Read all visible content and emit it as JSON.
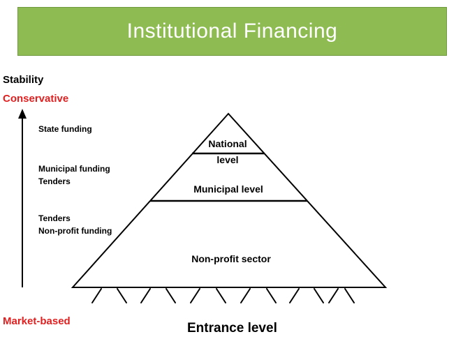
{
  "title": "Institutional  Financing",
  "axis": {
    "label": "Stability",
    "top": "Conservative",
    "bottom": "Market-based"
  },
  "funding": {
    "state": "State funding",
    "municipal": "Municipal funding",
    "tenders_a": "Tenders",
    "tenders_b": "Tenders",
    "nonprofit": "Non-profit funding"
  },
  "pyramid": {
    "national_line1": "National",
    "national_line2": "level",
    "municipal": "Municipal level",
    "nonprofit": "Non-profit sector"
  },
  "entrance": "Entrance level",
  "colors": {
    "title_bg": "#8ebc52",
    "accent_red": "#e02020"
  }
}
